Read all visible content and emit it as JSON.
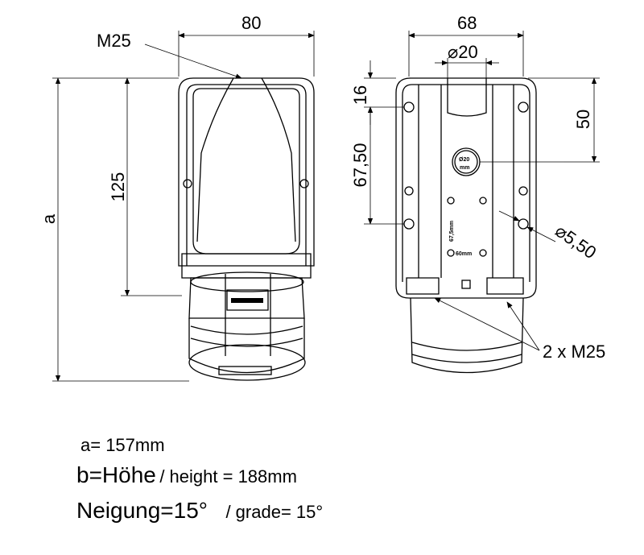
{
  "front_view": {
    "width_dim": "80",
    "height_dim": "125",
    "overall_dim": "a",
    "thread_label": "M25"
  },
  "rear_view": {
    "width_dim": "68",
    "hole_dia_dim": "⌀20",
    "top_offset_dim": "16",
    "hole_spacing_dim": "67,50",
    "right_dim": "50",
    "mount_hole_dim": "⌀5,50",
    "entries_label": "2 x M25",
    "center_mark_top": "Ø20",
    "center_mark_bottom": "mm",
    "vertical_mark": "67,5mm",
    "bottom_mark": "60mm"
  },
  "notes": {
    "a_line": "a= 157mm",
    "b_prefix": "b=Höhe",
    "b_suffix": "/ height = 188mm",
    "grade_prefix": "Neigung=15°",
    "grade_suffix": "/ grade= 15°"
  }
}
